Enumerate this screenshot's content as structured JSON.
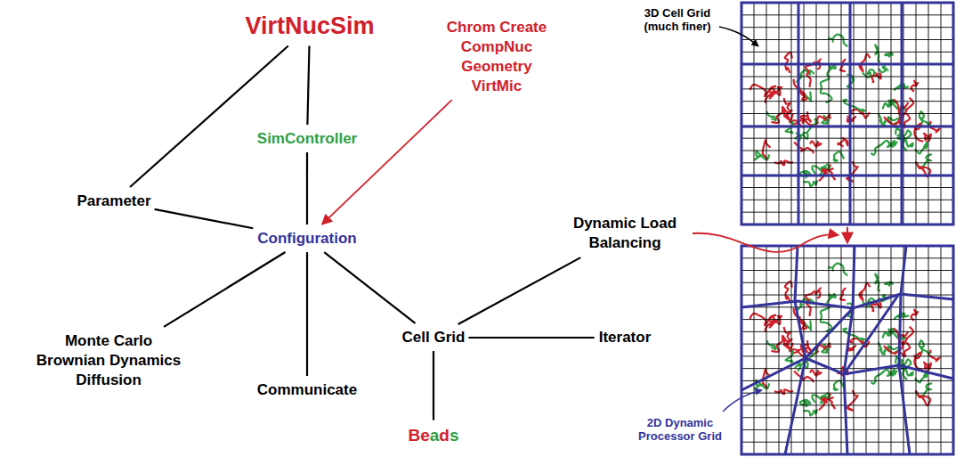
{
  "diagram": {
    "nodes": [
      {
        "text": [
          "VirtNucSim"
        ]
      },
      {
        "text": [
          "SimController"
        ]
      },
      {
        "text": [
          "Chrom Create CompNuc Geometry VirtMic"
        ]
      },
      {
        "text": [
          "Parameter"
        ]
      },
      {
        "text": [
          "Configuration"
        ]
      },
      {
        "text": [
          "Dynamic Load Balancing"
        ]
      },
      {
        "text": [
          "Monte Carlo Brownian Dynamics Diffusion"
        ]
      },
      {
        "text": [
          "Cell Grid"
        ]
      },
      {
        "text": [
          "Iterator"
        ]
      },
      {
        "text": [
          "Communicate"
        ]
      },
      {
        "text": [
          "Beads"
        ]
      }
    ],
    "edges": [
      {
        "from": 0,
        "to": 1,
        "arrow": "none"
      },
      {
        "from": 0,
        "to": 3,
        "arrow": "none"
      },
      {
        "from": 1,
        "to": 4,
        "arrow": "none"
      },
      {
        "from": 3,
        "to": 4,
        "arrow": "none"
      },
      {
        "from": 2,
        "to": 4,
        "arrow": "to"
      },
      {
        "from": 4,
        "to": 6,
        "arrow": "none"
      },
      {
        "from": 4,
        "to": 9,
        "arrow": "none"
      },
      {
        "from": 4,
        "to": 7,
        "arrow": "none"
      },
      {
        "from": 7,
        "to": 5,
        "arrow": "none"
      },
      {
        "from": 7,
        "to": 8,
        "arrow": "none"
      },
      {
        "from": 7,
        "to": 10,
        "arrow": "none"
      }
    ],
    "labels": [
      "3D Cell Grid (much finer)",
      "2D Dynamic Processor Grid"
    ]
  }
}
